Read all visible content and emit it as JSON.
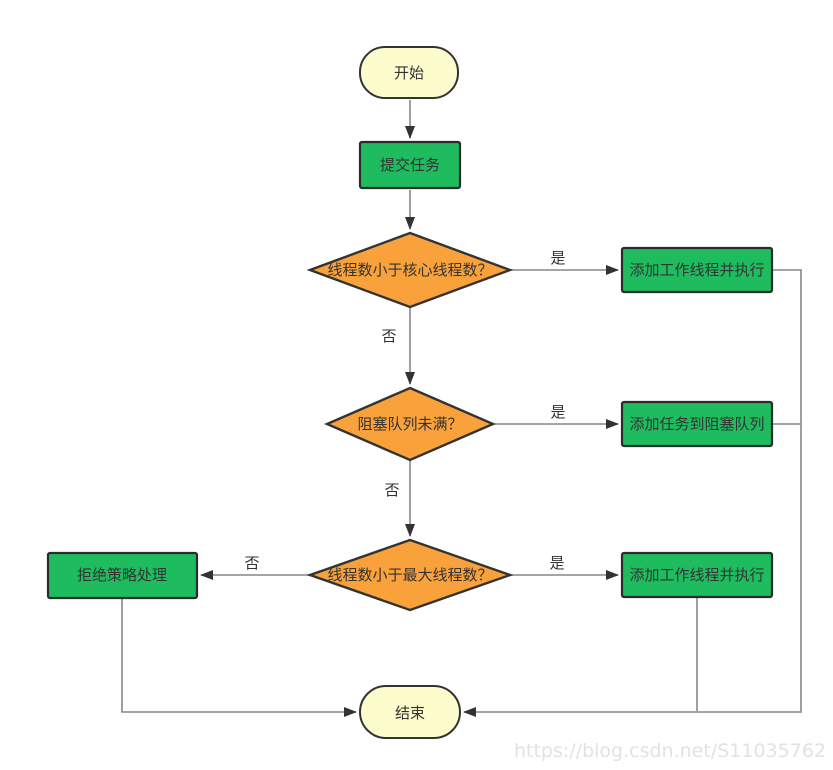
{
  "diagram": {
    "type": "flowchart",
    "nodes": {
      "start": {
        "label": "开始",
        "shape": "terminal"
      },
      "submit": {
        "label": "提交任务",
        "shape": "process"
      },
      "d1": {
        "label": "线程数小于核心线程数？",
        "shape": "decision"
      },
      "r1": {
        "label": "添加工作线程并执行",
        "shape": "process"
      },
      "d2": {
        "label": "阻塞队列未满？",
        "shape": "decision"
      },
      "r2": {
        "label": "添加任务到阻塞队列",
        "shape": "process"
      },
      "d3": {
        "label": "线程数小于最大线程数？",
        "shape": "decision"
      },
      "reject": {
        "label": "拒绝策略处理",
        "shape": "process"
      },
      "r3": {
        "label": "添加工作线程并执行",
        "shape": "process"
      },
      "end": {
        "label": "结束",
        "shape": "terminal"
      }
    },
    "edge_labels": {
      "d1_yes": "是",
      "d1_no": "否",
      "d2_yes": "是",
      "d2_no": "否",
      "d3_yes": "是",
      "d3_no": "否"
    },
    "colors": {
      "terminal_fill": "#fcfccd",
      "process_fill": "#1fbc5f",
      "decision_fill": "#f9a23b",
      "shape_stroke": "#333333",
      "connector": "#878787",
      "arrowhead": "#333333",
      "text": "#333333"
    },
    "watermark": "https://blog.csdn.net/S11035762"
  }
}
